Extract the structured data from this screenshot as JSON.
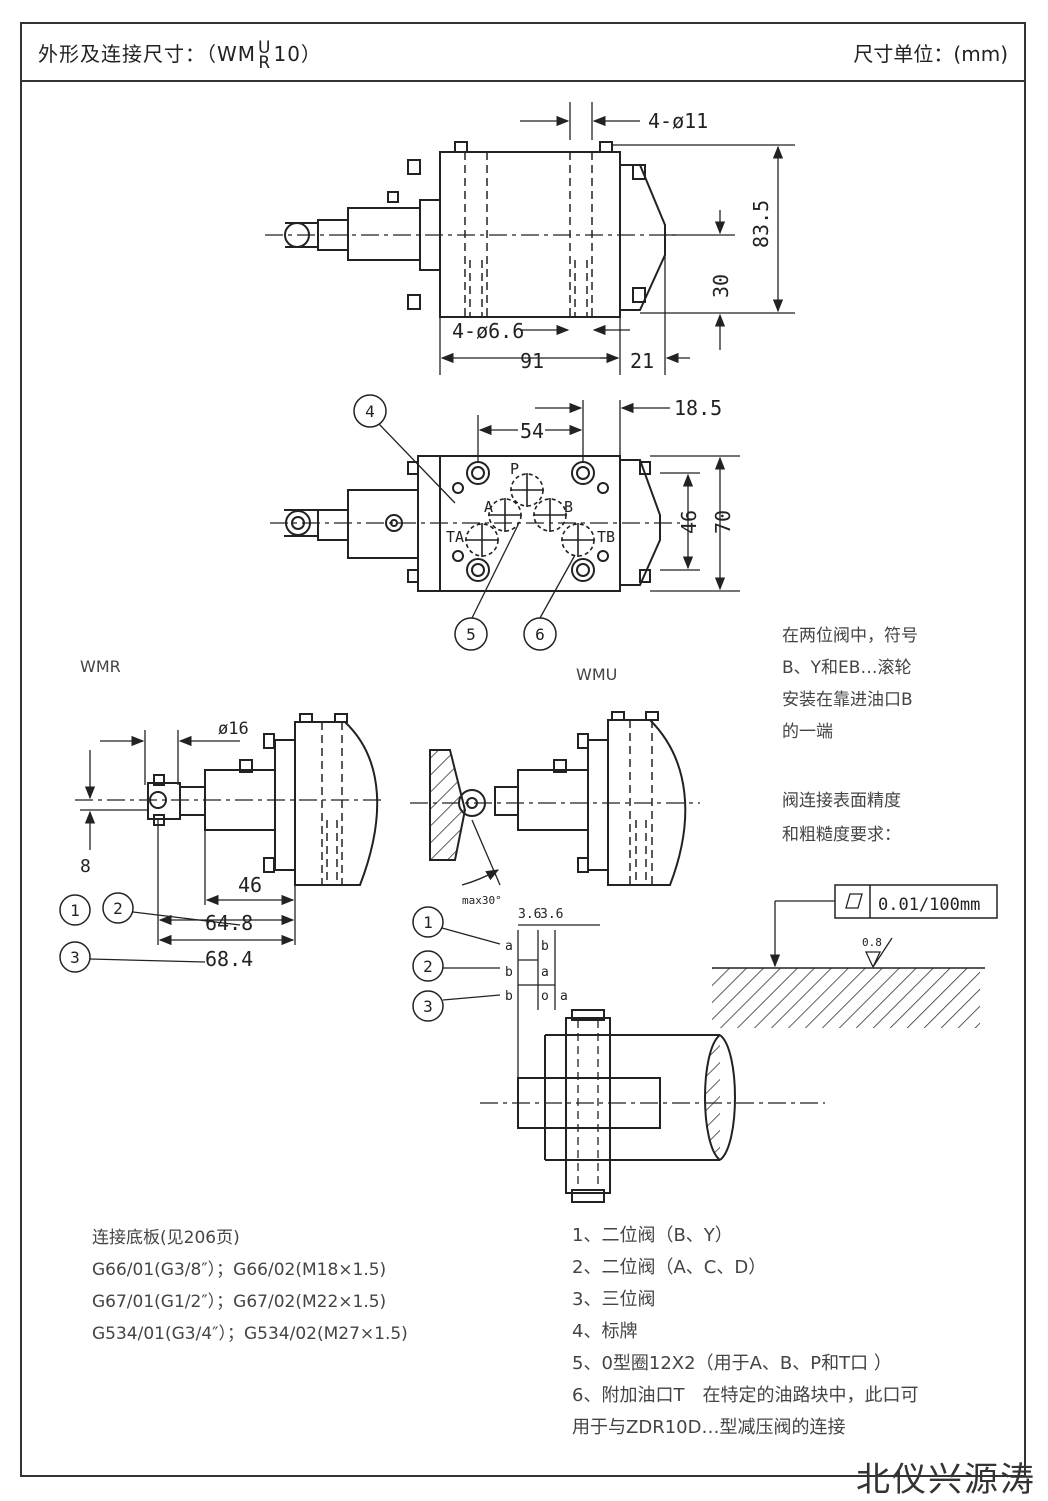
{
  "header": {
    "title_prefix": "外形及连接尺寸：（WM",
    "title_sup": "U",
    "title_sub": "R",
    "title_suffix": "10）",
    "unit": "尺寸单位：(mm)"
  },
  "dims": {
    "d1": "4-ø11",
    "d2": "83.5",
    "d3": "30",
    "d4": "4-ø6.6",
    "d5": "91",
    "d6": "21",
    "d7": "18.5",
    "d8": "54",
    "d9": "46",
    "d10": "70",
    "d11": "ø16",
    "d12": "8",
    "d13": "46",
    "d14": "64.8",
    "d15": "68.4",
    "d16": "3.6",
    "d17": "3.6",
    "max": "max30°",
    "flat": "0.01/100mm",
    "rough": "0.8"
  },
  "ports": {
    "p": "P",
    "a": "A",
    "b": "B",
    "ta": "TA",
    "tb": "TB"
  },
  "callouts": {
    "c1": "1",
    "c2": "2",
    "c3": "3",
    "c4": "4",
    "c5": "5",
    "c6": "6"
  },
  "ab": {
    "r1a": "a",
    "r1b": "b",
    "r2a": "b",
    "r2b": "a",
    "r3a": "b",
    "r3b": "o",
    "r3c": "a"
  },
  "labels": {
    "wmr": "WMR",
    "wmu": "WMU",
    "note1": [
      "在两位阀中，符号",
      "B、Y和EB…滚轮",
      "安装在靠进油口B",
      "的一端"
    ],
    "note2": [
      "阀连接表面精度",
      "和粗糙度要求："
    ]
  },
  "subplates": [
    "连接底板(见206页)",
    "G66/01(G3/8″）；G66/02(M18×1.5)",
    "G67/01(G1/2″）；G67/02(M22×1.5)",
    "G534/01(G3/4″）；G534/02(M27×1.5)"
  ],
  "legend": [
    "1、二位阀（B、Y）",
    "2、二位阀（A、C、D）",
    "3、三位阀",
    "4、标牌",
    "5、0型圈12X2（用于A、B、P和T口 ）",
    "6、附加油口T　在特定的油路块中，此口可",
    "用于与ZDR10D…型减压阀的连接"
  ],
  "watermark": "北仪兴源涛"
}
